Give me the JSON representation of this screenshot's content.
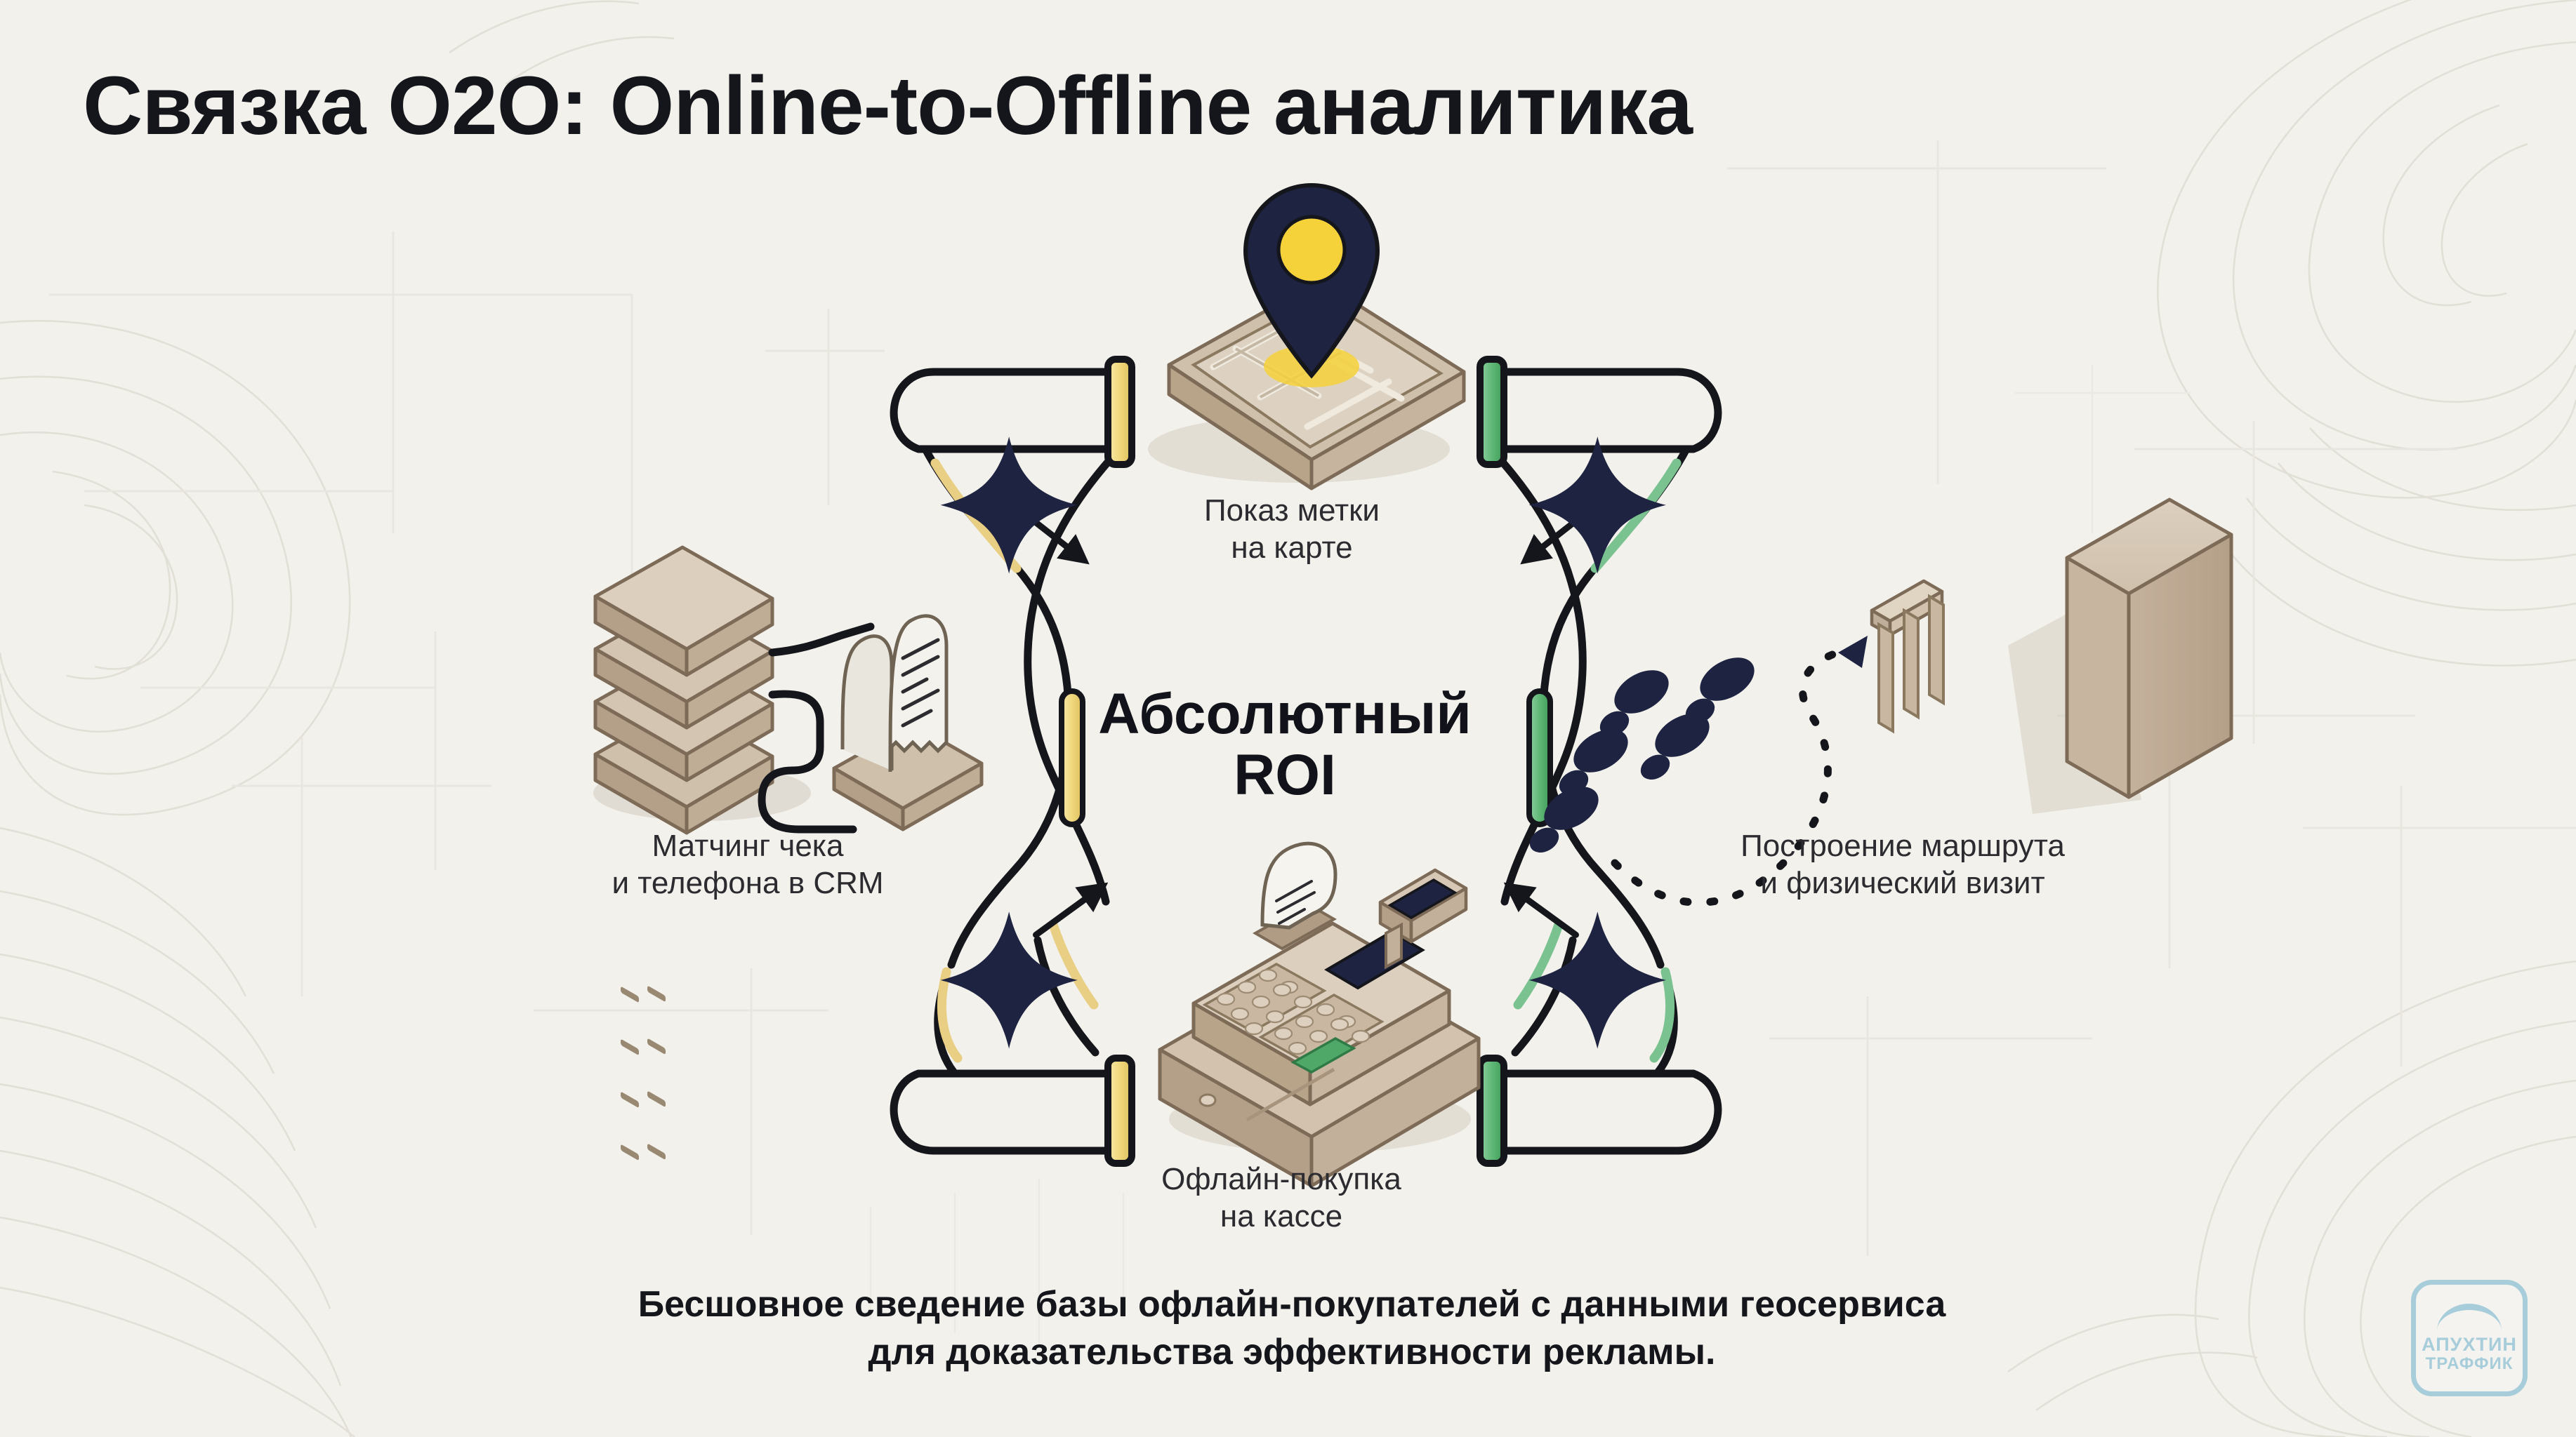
{
  "page": {
    "background_color": "#f2f1ec",
    "title": "Связка O2O: Online-to-Offline аналитика",
    "center_line1": "Абсолютный",
    "center_line2": "ROI",
    "bottom_caption": "Бесшовное сведение базы офлайн-покупателей с данными геосервиса\nдля доказательства эффективности рекламы."
  },
  "palette": {
    "background": "#f2f1ec",
    "ink": "#15161c",
    "navy": "#1d2340",
    "yellow": "#f5d13a",
    "yellow_pipe": "#efd98a",
    "green": "#49a860",
    "green_pipe": "#7fc490",
    "tan": "#c8b49f",
    "tan_light": "#d9cbb8",
    "tan_dark": "#9f8b75",
    "logo_teal": "#a7cddb",
    "grid_line": "#e6e4dd",
    "topo_line": "#e3e1d8"
  },
  "nodes": [
    {
      "id": "map",
      "caption": "Показ метки\nна карте",
      "icon": "map-pin-phone-icon",
      "accent": "#f5d13a",
      "position": "top"
    },
    {
      "id": "crm",
      "caption": "Матчинг чека\nи телефона в CRM",
      "icon": "server-receipt-icon",
      "accent": "#f5d13a",
      "position": "left"
    },
    {
      "id": "route",
      "caption": "Построение маршрута\nи физический визит",
      "icon": "footsteps-building-icon",
      "accent": "#49a860",
      "position": "right"
    },
    {
      "id": "pos",
      "caption": "Офлайн-покупка\nна кассе",
      "icon": "cash-register-icon",
      "accent": "#49a860",
      "position": "bottom"
    }
  ],
  "logo": {
    "line1": "АПУХТИН",
    "line2": "ТРАФФИК",
    "color": "#a7cddb",
    "icon": "wifi-arc-icon"
  }
}
